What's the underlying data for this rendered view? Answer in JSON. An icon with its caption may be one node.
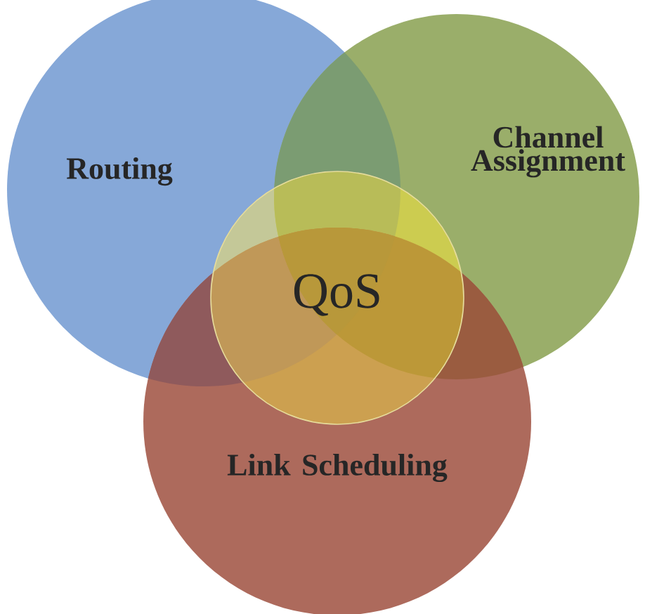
{
  "diagram": {
    "nodes": [
      {
        "text": [
          "Routing"
        ]
      },
      {
        "text": [
          "Channel Assignment"
        ]
      },
      {
        "text": [
          "Link Scheduling"
        ]
      },
      {
        "text": [
          "QoS"
        ]
      }
    ]
  }
}
